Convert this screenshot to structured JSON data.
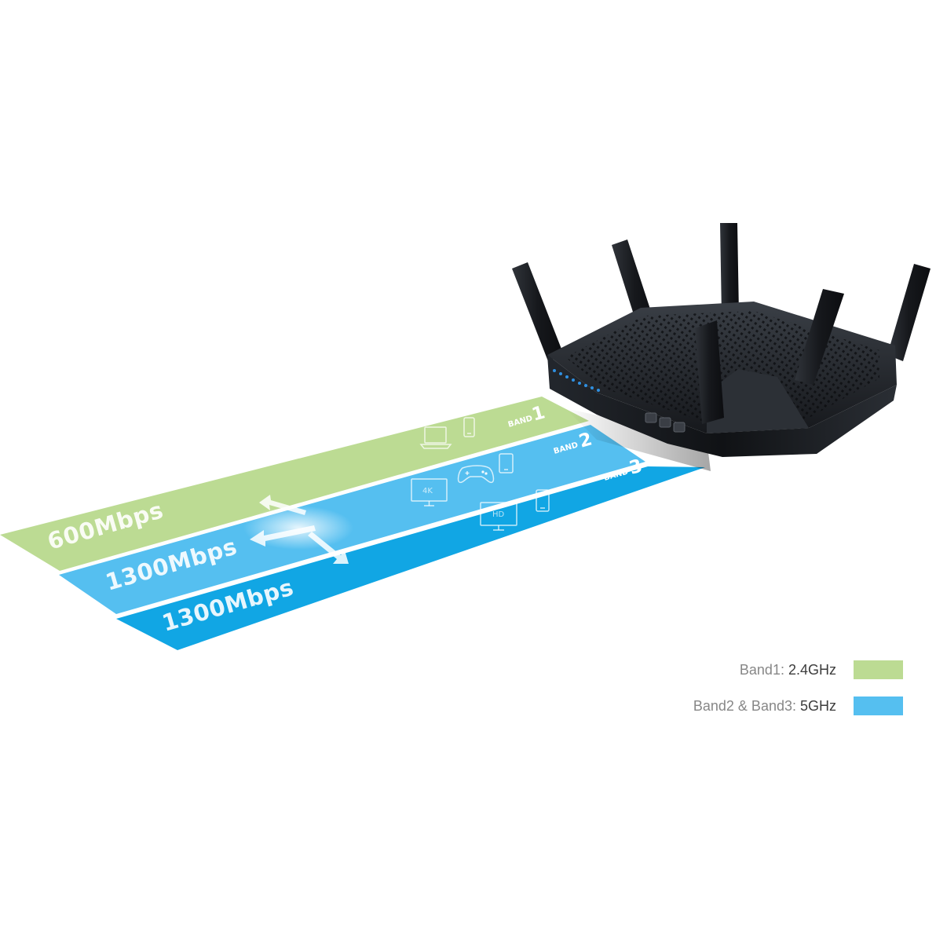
{
  "bands": [
    {
      "speed": "600Mbps",
      "band_word": "BAND",
      "band_number": "1",
      "color": "#bcdb93",
      "icons": [
        "laptop-icon",
        "smartphone-icon"
      ]
    },
    {
      "speed": "1300Mbps",
      "band_word": "BAND",
      "band_number": "2",
      "color": "#55bff0",
      "icons": [
        "tv-4k-icon",
        "gamepad-icon",
        "tablet-icon"
      ],
      "icon_label": "4K"
    },
    {
      "speed": "1300Mbps",
      "band_word": "BAND",
      "band_number": "3",
      "color": "#11a6e4",
      "icons": [
        "tv-hd-icon",
        "tablet-icon"
      ],
      "icon_label": "HD"
    }
  ],
  "legend": [
    {
      "label": "Band1: ",
      "value": "2.4GHz",
      "color": "#bcdb93"
    },
    {
      "label": "Band2 & Band3: ",
      "value": "5GHz",
      "color": "#55bff0"
    }
  ],
  "colors": {
    "router_body": "#1c1f24",
    "router_led": "#2f8fe0"
  }
}
